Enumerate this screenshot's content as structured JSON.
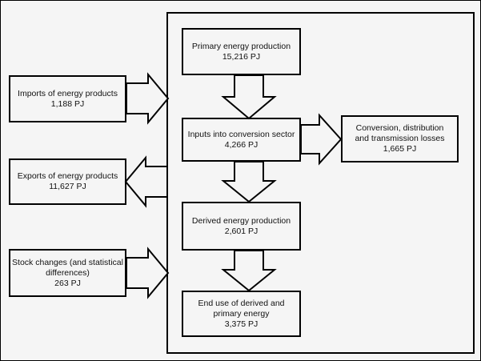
{
  "colors": {
    "background": "#f5f5f5",
    "line": "#000000"
  },
  "unit": "PJ",
  "boxes": {
    "imports": {
      "label": "Imports of energy products",
      "value": "1,188 PJ"
    },
    "exports": {
      "label": "Exports of energy products",
      "value": "11,627 PJ"
    },
    "stock_changes": {
      "label": "Stock changes (and statistical differences)",
      "value": "263 PJ"
    },
    "primary_production": {
      "label": "Primary energy production",
      "value": "15,216 PJ"
    },
    "conversion_inputs": {
      "label": "Inputs into conversion sector",
      "value": "4,266 PJ"
    },
    "conversion_losses": {
      "label": "Conversion, distribution and transmission losses",
      "value": "1,665 PJ"
    },
    "derived_production": {
      "label": "Derived energy production",
      "value": "2,601 PJ"
    },
    "end_use": {
      "label": "End use of derived and primary energy",
      "value": "3,375 PJ"
    }
  },
  "flows": [
    {
      "from": "imports",
      "to": "energy-system",
      "direction": "right"
    },
    {
      "from": "energy-system",
      "to": "exports",
      "direction": "left"
    },
    {
      "from": "stock_changes",
      "to": "energy-system",
      "direction": "right"
    },
    {
      "from": "primary_production",
      "to": "conversion_inputs",
      "direction": "down"
    },
    {
      "from": "conversion_inputs",
      "to": "conversion_losses",
      "direction": "right"
    },
    {
      "from": "conversion_inputs",
      "to": "derived_production",
      "direction": "down"
    },
    {
      "from": "derived_production",
      "to": "end_use",
      "direction": "down"
    }
  ]
}
